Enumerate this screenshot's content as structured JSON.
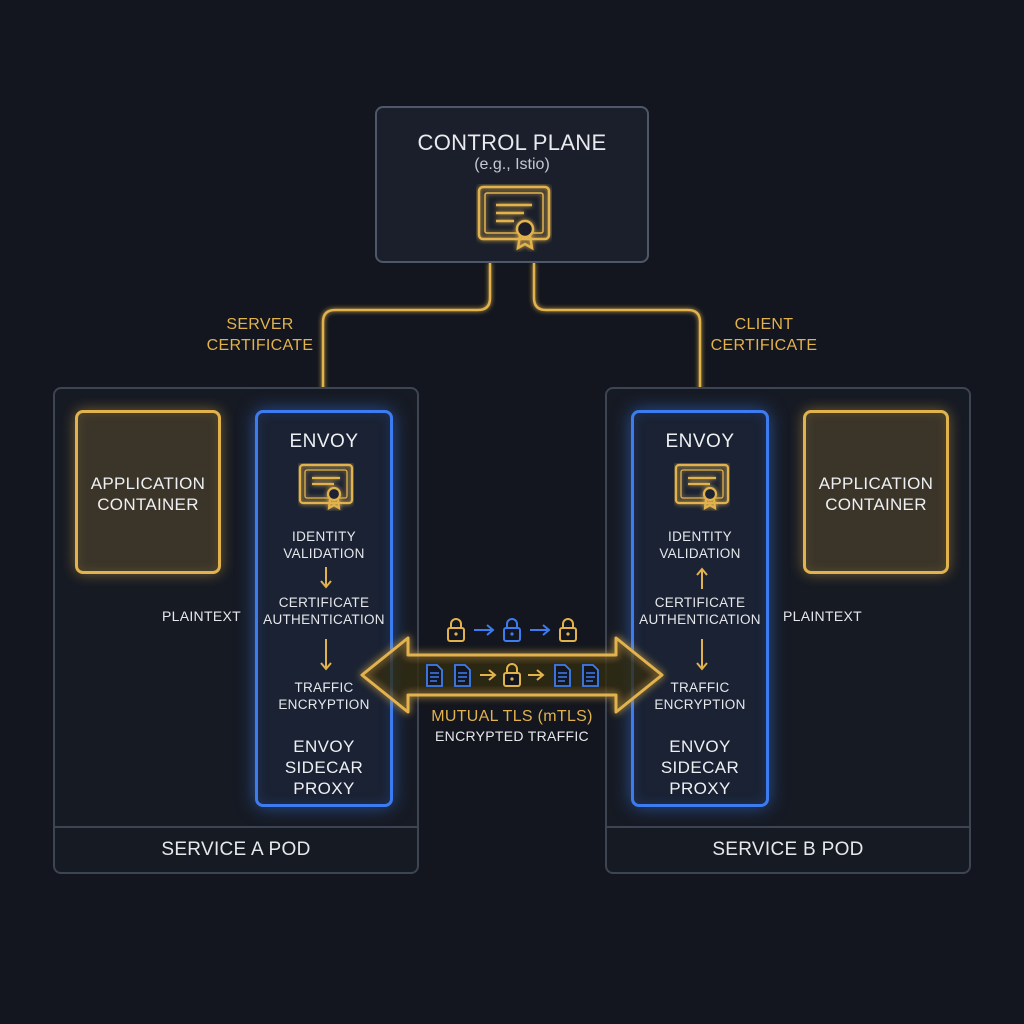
{
  "control_plane": {
    "title": "CONTROL PLANE",
    "subtitle": "(e.g., Istio)",
    "icon": "certificate-icon"
  },
  "links": {
    "server_certificate": "SERVER\nCERTIFICATE",
    "client_certificate": "CLIENT\nCERTIFICATE"
  },
  "service_a": {
    "pod_label": "SERVICE A POD",
    "app_label": "APPLICATION\nCONTAINER",
    "plaintext": "PLAINTEXT",
    "envoy": {
      "title": "ENVOY",
      "icon": "certificate-icon",
      "steps": [
        "IDENTITY\nVALIDATION",
        "CERTIFICATE\nAUTHENTICATION",
        "TRAFFIC\nENCRYPTION"
      ],
      "footer": "ENVOY\nSIDECAR\nPROXY"
    }
  },
  "service_b": {
    "pod_label": "SERVICE B POD",
    "app_label": "APPLICATION\nCONTAINER",
    "plaintext": "PLAINTEXT",
    "envoy": {
      "title": "ENVOY",
      "icon": "certificate-icon",
      "steps": [
        "IDENTITY\nVALIDATION",
        "CERTIFICATE\nAUTHENTICATION",
        "TRAFFIC\nENCRYPTION"
      ],
      "footer": "ENVOY\nSIDECAR\nPROXY"
    }
  },
  "mtls": {
    "title": "MUTUAL TLS (mTLS)",
    "subtitle": "ENCRYPTED TRAFFIC"
  },
  "colors": {
    "gold": "#e2b24d",
    "blue": "#3d7cf0",
    "background": "#13161e",
    "border": "#3d4452"
  }
}
